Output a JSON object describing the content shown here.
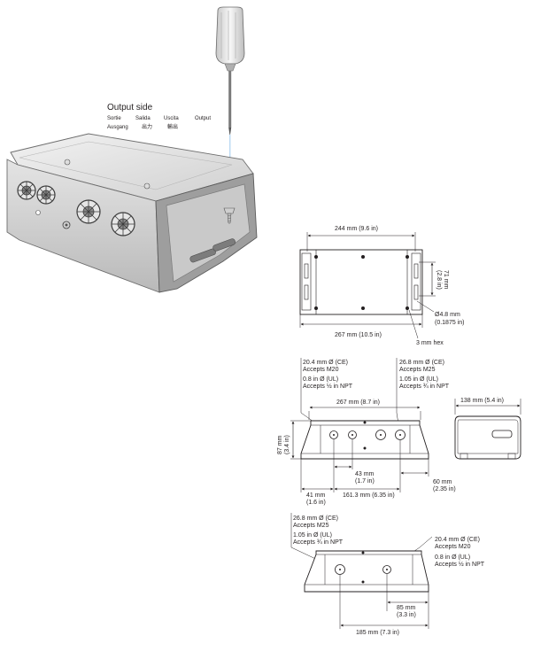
{
  "header": {
    "title": "Output side",
    "langs_row1": [
      "Sortie",
      "Salida",
      "Uscita",
      "Output"
    ],
    "langs_row2": [
      "Ausgang",
      "出力",
      "輸出"
    ]
  },
  "top_view": {
    "width_inner": "244 mm (9.6 in)",
    "height_mm": "71 mm",
    "height_in": "(2.8 in)",
    "hole_mm": "Ø4.8 mm",
    "hole_in": "(0.1875 in)",
    "width_outer": "267 mm (10.5 in)",
    "hex": "3 mm hex"
  },
  "front_view": {
    "left_callout": [
      "20.4 mm Ø (CE)",
      "Accepts M20",
      "0.8 in Ø (UL)",
      "Accepts ½ in NPT"
    ],
    "right_callout": [
      "26.8 mm Ø (CE)",
      "Accepts M25",
      "1.05 in Ø (UL)",
      "Accepts ¾ in NPT"
    ],
    "width": "267 mm (8.7 in)",
    "height_mm": "87 mm",
    "height_in": "(3.4 in)",
    "gap_mm": "43 mm",
    "gap_in": "(1.7 in)",
    "right_mm": "60 mm",
    "right_in": "(2.35 in)",
    "left_mm": "41 mm",
    "left_in": "(1.6 in)",
    "span": "161.3 mm (6.35 in)"
  },
  "side_view": {
    "width": "138 mm (5.4 in)"
  },
  "bottom_view": {
    "left_callout": [
      "26.8 mm Ø (CE)",
      "Accepts M25",
      "1.05 in Ø (UL)",
      "Accepts ¾ in NPT"
    ],
    "right_callout": [
      "20.4 mm Ø (CE)",
      "Accepts M20",
      "0.8 in Ø (UL)",
      "Accepts ½ in NPT"
    ],
    "offset_mm": "85 mm",
    "offset_in": "(3.3 in)",
    "width": "185 mm (7.3 in)"
  }
}
